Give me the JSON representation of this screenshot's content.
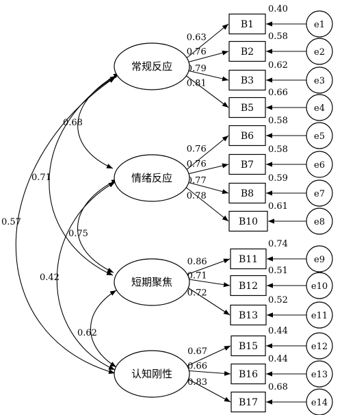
{
  "latent_factors": [
    {
      "id": "L1",
      "label": "常规反应"
    },
    {
      "id": "L2",
      "label": "情绪反应"
    },
    {
      "id": "L3",
      "label": "短期聚焦"
    },
    {
      "id": "L4",
      "label": "认知刚性"
    }
  ],
  "indicators": [
    {
      "label": "B1",
      "error": "e1",
      "factor": "L1",
      "loading": "0.63",
      "r2": "0.40"
    },
    {
      "label": "B2",
      "error": "e2",
      "factor": "L1",
      "loading": "0.76",
      "r2": "0.58"
    },
    {
      "label": "B3",
      "error": "e3",
      "factor": "L1",
      "loading": "0.79",
      "r2": "0.62"
    },
    {
      "label": "B5",
      "error": "e4",
      "factor": "L1",
      "loading": "0.81",
      "r2": "0.66"
    },
    {
      "label": "B6",
      "error": "e5",
      "factor": "L2",
      "loading": "0.76",
      "r2": "0.58"
    },
    {
      "label": "B7",
      "error": "e6",
      "factor": "L2",
      "loading": "0.76",
      "r2": "0.58"
    },
    {
      "label": "B8",
      "error": "e7",
      "factor": "L2",
      "loading": "0.77",
      "r2": "0.59"
    },
    {
      "label": "B10",
      "error": "e8",
      "factor": "L2",
      "loading": "0.78",
      "r2": "0.61"
    },
    {
      "label": "B11",
      "error": "e9",
      "factor": "L3",
      "loading": "0.86",
      "r2": "0.74"
    },
    {
      "label": "B12",
      "error": "e10",
      "factor": "L3",
      "loading": "0.71",
      "r2": "0.51"
    },
    {
      "label": "B13",
      "error": "e11",
      "factor": "L3",
      "loading": "0.72",
      "r2": "0.52"
    },
    {
      "label": "B15",
      "error": "e12",
      "factor": "L4",
      "loading": "0.67",
      "r2": "0.44"
    },
    {
      "label": "B16",
      "error": "e13",
      "factor": "L4",
      "loading": "0.66",
      "r2": "0.44"
    },
    {
      "label": "B17",
      "error": "e14",
      "factor": "L4",
      "loading": "0.83",
      "r2": "0.68"
    }
  ],
  "correlations": [
    {
      "from": "L1",
      "to": "L2",
      "value": "0.68"
    },
    {
      "from": "L1",
      "to": "L3",
      "value": "0.71"
    },
    {
      "from": "L1",
      "to": "L4",
      "value": "0.57"
    },
    {
      "from": "L2",
      "to": "L3",
      "value": "0.75"
    },
    {
      "from": "L2",
      "to": "L4",
      "value": "0.42"
    },
    {
      "from": "L3",
      "to": "L4",
      "value": "0.62"
    }
  ]
}
